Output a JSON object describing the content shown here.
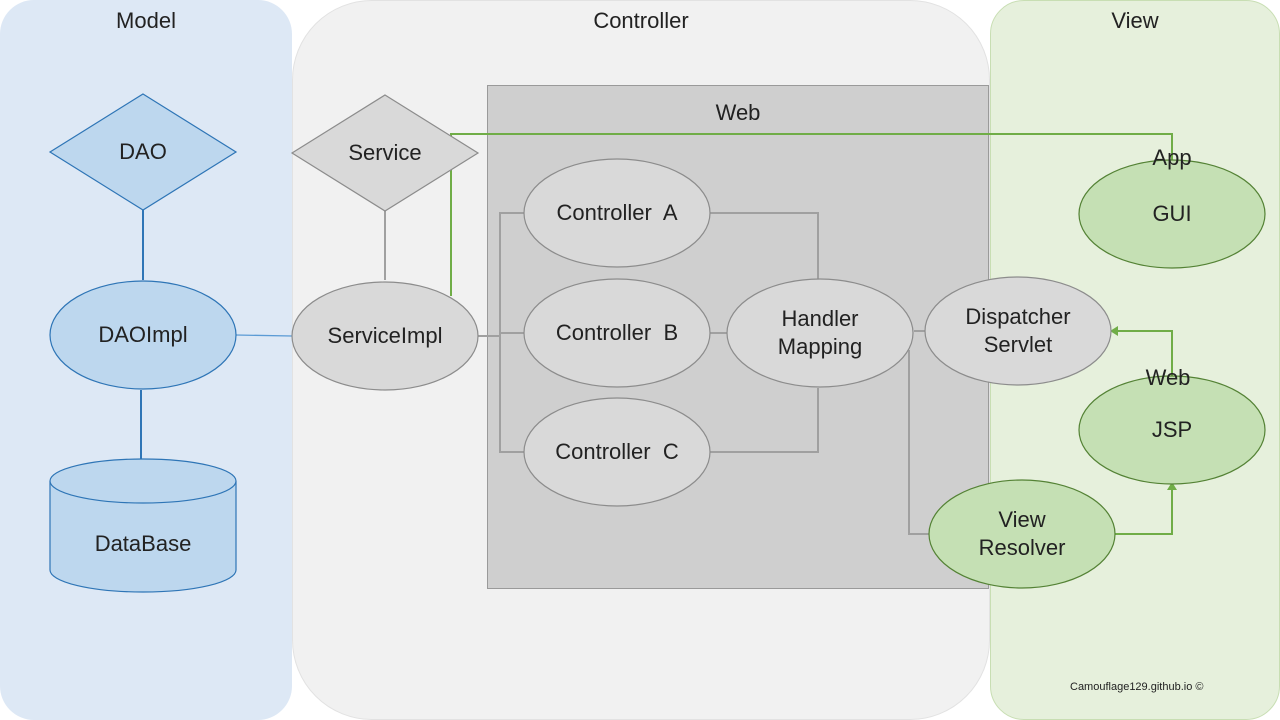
{
  "panels": {
    "model": "Model",
    "controller": "Controller",
    "view": "View",
    "web": "Web"
  },
  "nodes": {
    "dao": "DAO",
    "dao_impl": "DAOImpl",
    "database": "DataBase",
    "service": "Service",
    "service_impl": "ServiceImpl",
    "controller_a": "Controller  A",
    "controller_b": "Controller  B",
    "controller_c": "Controller  C",
    "handler_mapping": "Handler\nMapping",
    "dispatcher_servlet": "Dispatcher\nServlet",
    "view_resolver": "View\nResolver",
    "gui": "GUI",
    "jsp": "JSP"
  },
  "labels": {
    "app": "App",
    "web_client": "Web",
    "credit": "Camouflage129.github.io ©"
  },
  "colors": {
    "model_fill": "#bdd7ee",
    "model_stroke": "#2e75b6",
    "controller_fill": "#d9d9d9",
    "controller_stroke": "#8c8c8c",
    "view_fill": "#c5e0b4",
    "view_stroke": "#548235",
    "green_line": "#70ad47"
  }
}
